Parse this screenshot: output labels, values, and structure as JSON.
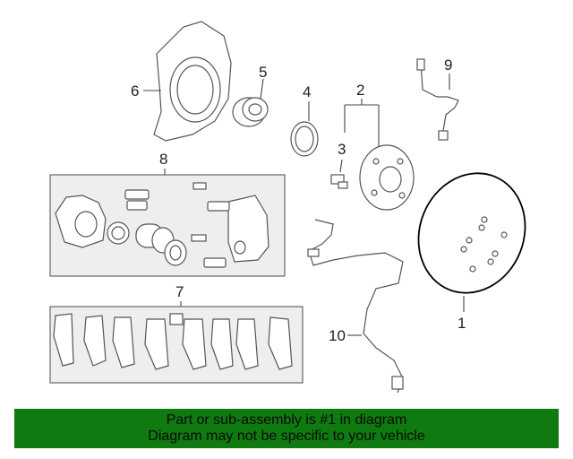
{
  "callouts": {
    "c1": "1",
    "c2": "2",
    "c3": "3",
    "c4": "4",
    "c5": "5",
    "c6": "6",
    "c7": "7",
    "c8": "8",
    "c9": "9",
    "c10": "10"
  },
  "banner": {
    "line1": "Part or sub-assembly is #1 in diagram",
    "line2": "Diagram may not be specific to your vehicle"
  },
  "colors": {
    "banner_bg": "#0f7a0f",
    "highlight_outline": "#000000"
  }
}
